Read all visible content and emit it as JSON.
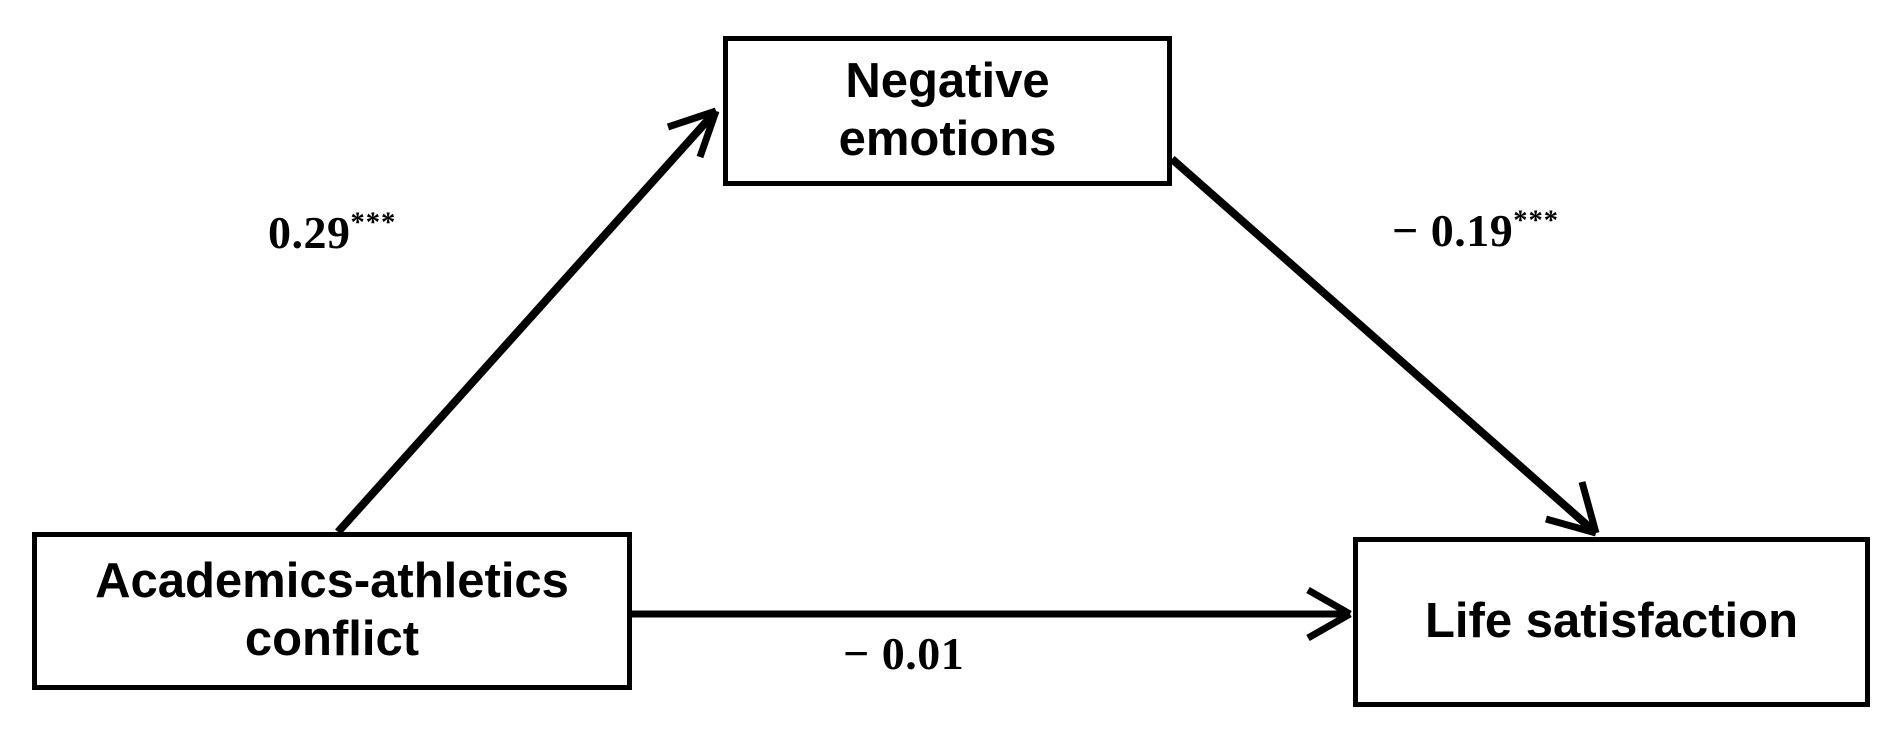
{
  "diagram": {
    "type": "mediation-path-model",
    "nodes": [
      {
        "id": "predictor",
        "label": "Academics-athletics\nconflict"
      },
      {
        "id": "mediator",
        "label": "Negative\nemotions"
      },
      {
        "id": "outcome",
        "label": "Life satisfaction"
      }
    ],
    "paths": [
      {
        "id": "a",
        "from": "predictor",
        "to": "mediator",
        "coefficient": "0.29",
        "significance": "***",
        "sign": "positive"
      },
      {
        "id": "b",
        "from": "mediator",
        "to": "outcome",
        "coefficient": "0.19",
        "significance": "***",
        "sign": "negative",
        "minus": "− "
      },
      {
        "id": "c",
        "from": "predictor",
        "to": "outcome",
        "coefficient": "0.01",
        "significance": "",
        "sign": "negative",
        "minus": "− "
      }
    ],
    "colors": {
      "stroke": "#000000",
      "background": "#ffffff",
      "text": "#000000"
    }
  }
}
